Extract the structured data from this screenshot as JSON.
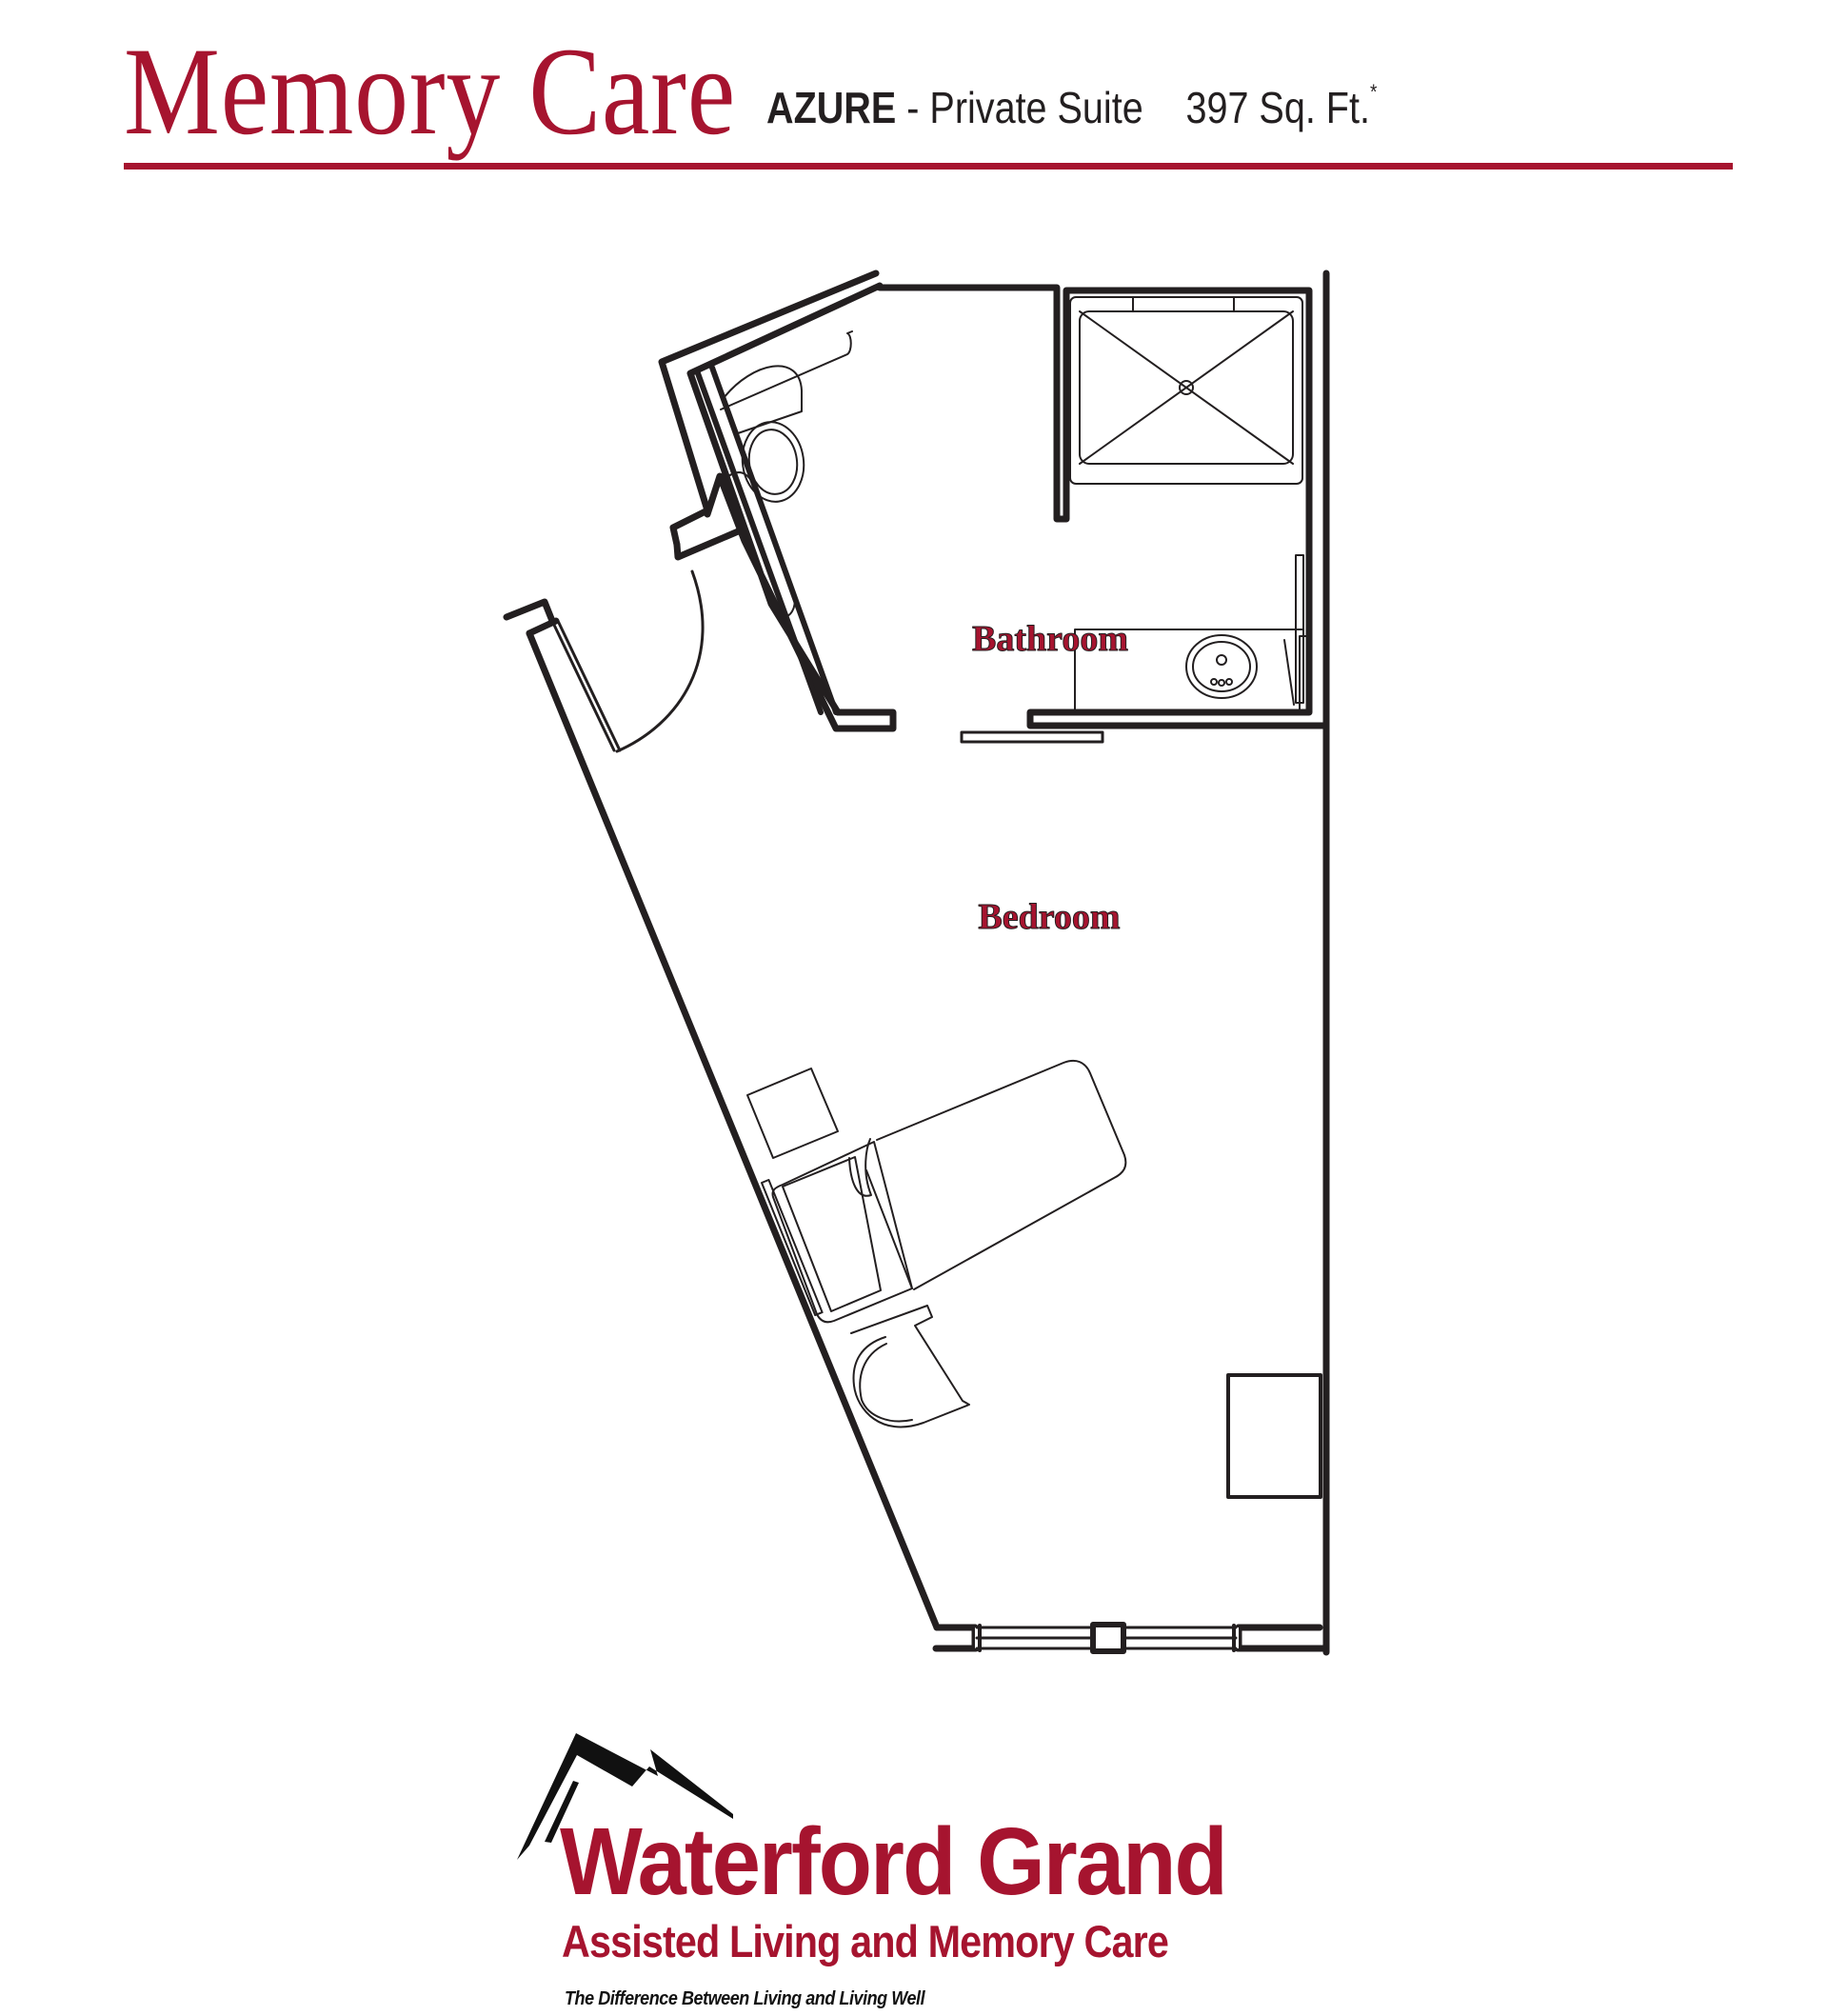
{
  "header": {
    "title": "Memory Care",
    "suite_name": "AZURE",
    "suite_separator": " - ",
    "suite_type": "Private Suite",
    "area": "397 Sq. Ft.",
    "area_footnote_mark": "*"
  },
  "floor_plan": {
    "rooms": [
      {
        "label": "Bathroom"
      },
      {
        "label": "Bedroom"
      }
    ],
    "fixtures": [
      "toilet-icon",
      "shower-icon",
      "sink-icon",
      "grab-bar-icon",
      "entry-door-icon",
      "pocket-door-icon",
      "window-icon"
    ],
    "furniture": [
      "bed-icon",
      "nightstand-icon",
      "armchair-icon",
      "dresser-icon"
    ]
  },
  "branding": {
    "logo": "mountain-logo-icon",
    "name": "Waterford Grand",
    "subtitle": "Assisted Living and Memory Care",
    "tagline": "The Difference Between Living and Living Well"
  },
  "colors": {
    "accent": "#a6142f",
    "line": "#231f20"
  }
}
